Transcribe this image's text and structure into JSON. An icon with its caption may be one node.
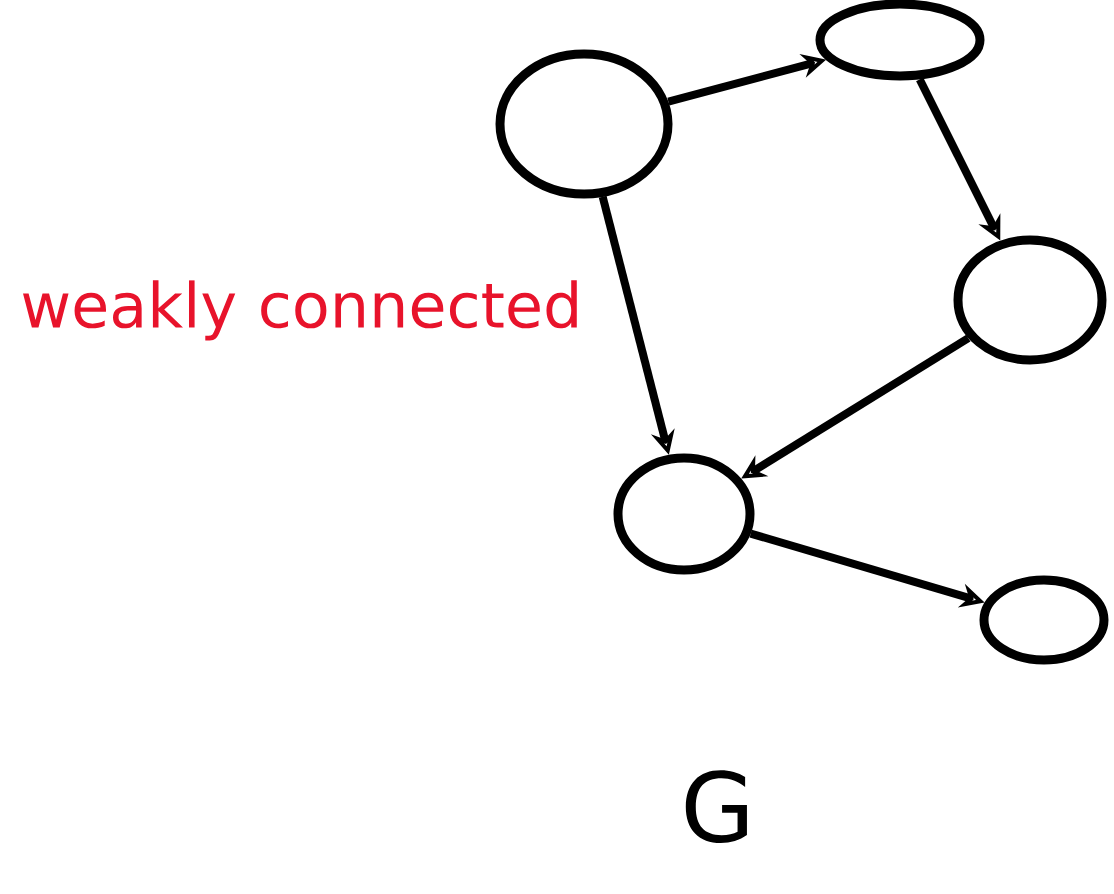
{
  "diagram": {
    "nodes": [
      {
        "text": [],
        "shape": "circle"
      },
      {
        "text": [],
        "shape": "circle"
      },
      {
        "text": [],
        "shape": "circle"
      },
      {
        "text": [],
        "shape": "circle"
      },
      {
        "text": [],
        "shape": "circle"
      }
    ],
    "edges": [
      {
        "from": 0,
        "to": 1,
        "arrow": "to"
      },
      {
        "from": 1,
        "to": 2,
        "arrow": "to"
      },
      {
        "from": 0,
        "to": 3,
        "arrow": "to"
      },
      {
        "from": 2,
        "to": 3,
        "arrow": "to"
      },
      {
        "from": 3,
        "to": 4,
        "arrow": "to"
      }
    ],
    "labels": [
      "weakly connected",
      "G"
    ]
  }
}
